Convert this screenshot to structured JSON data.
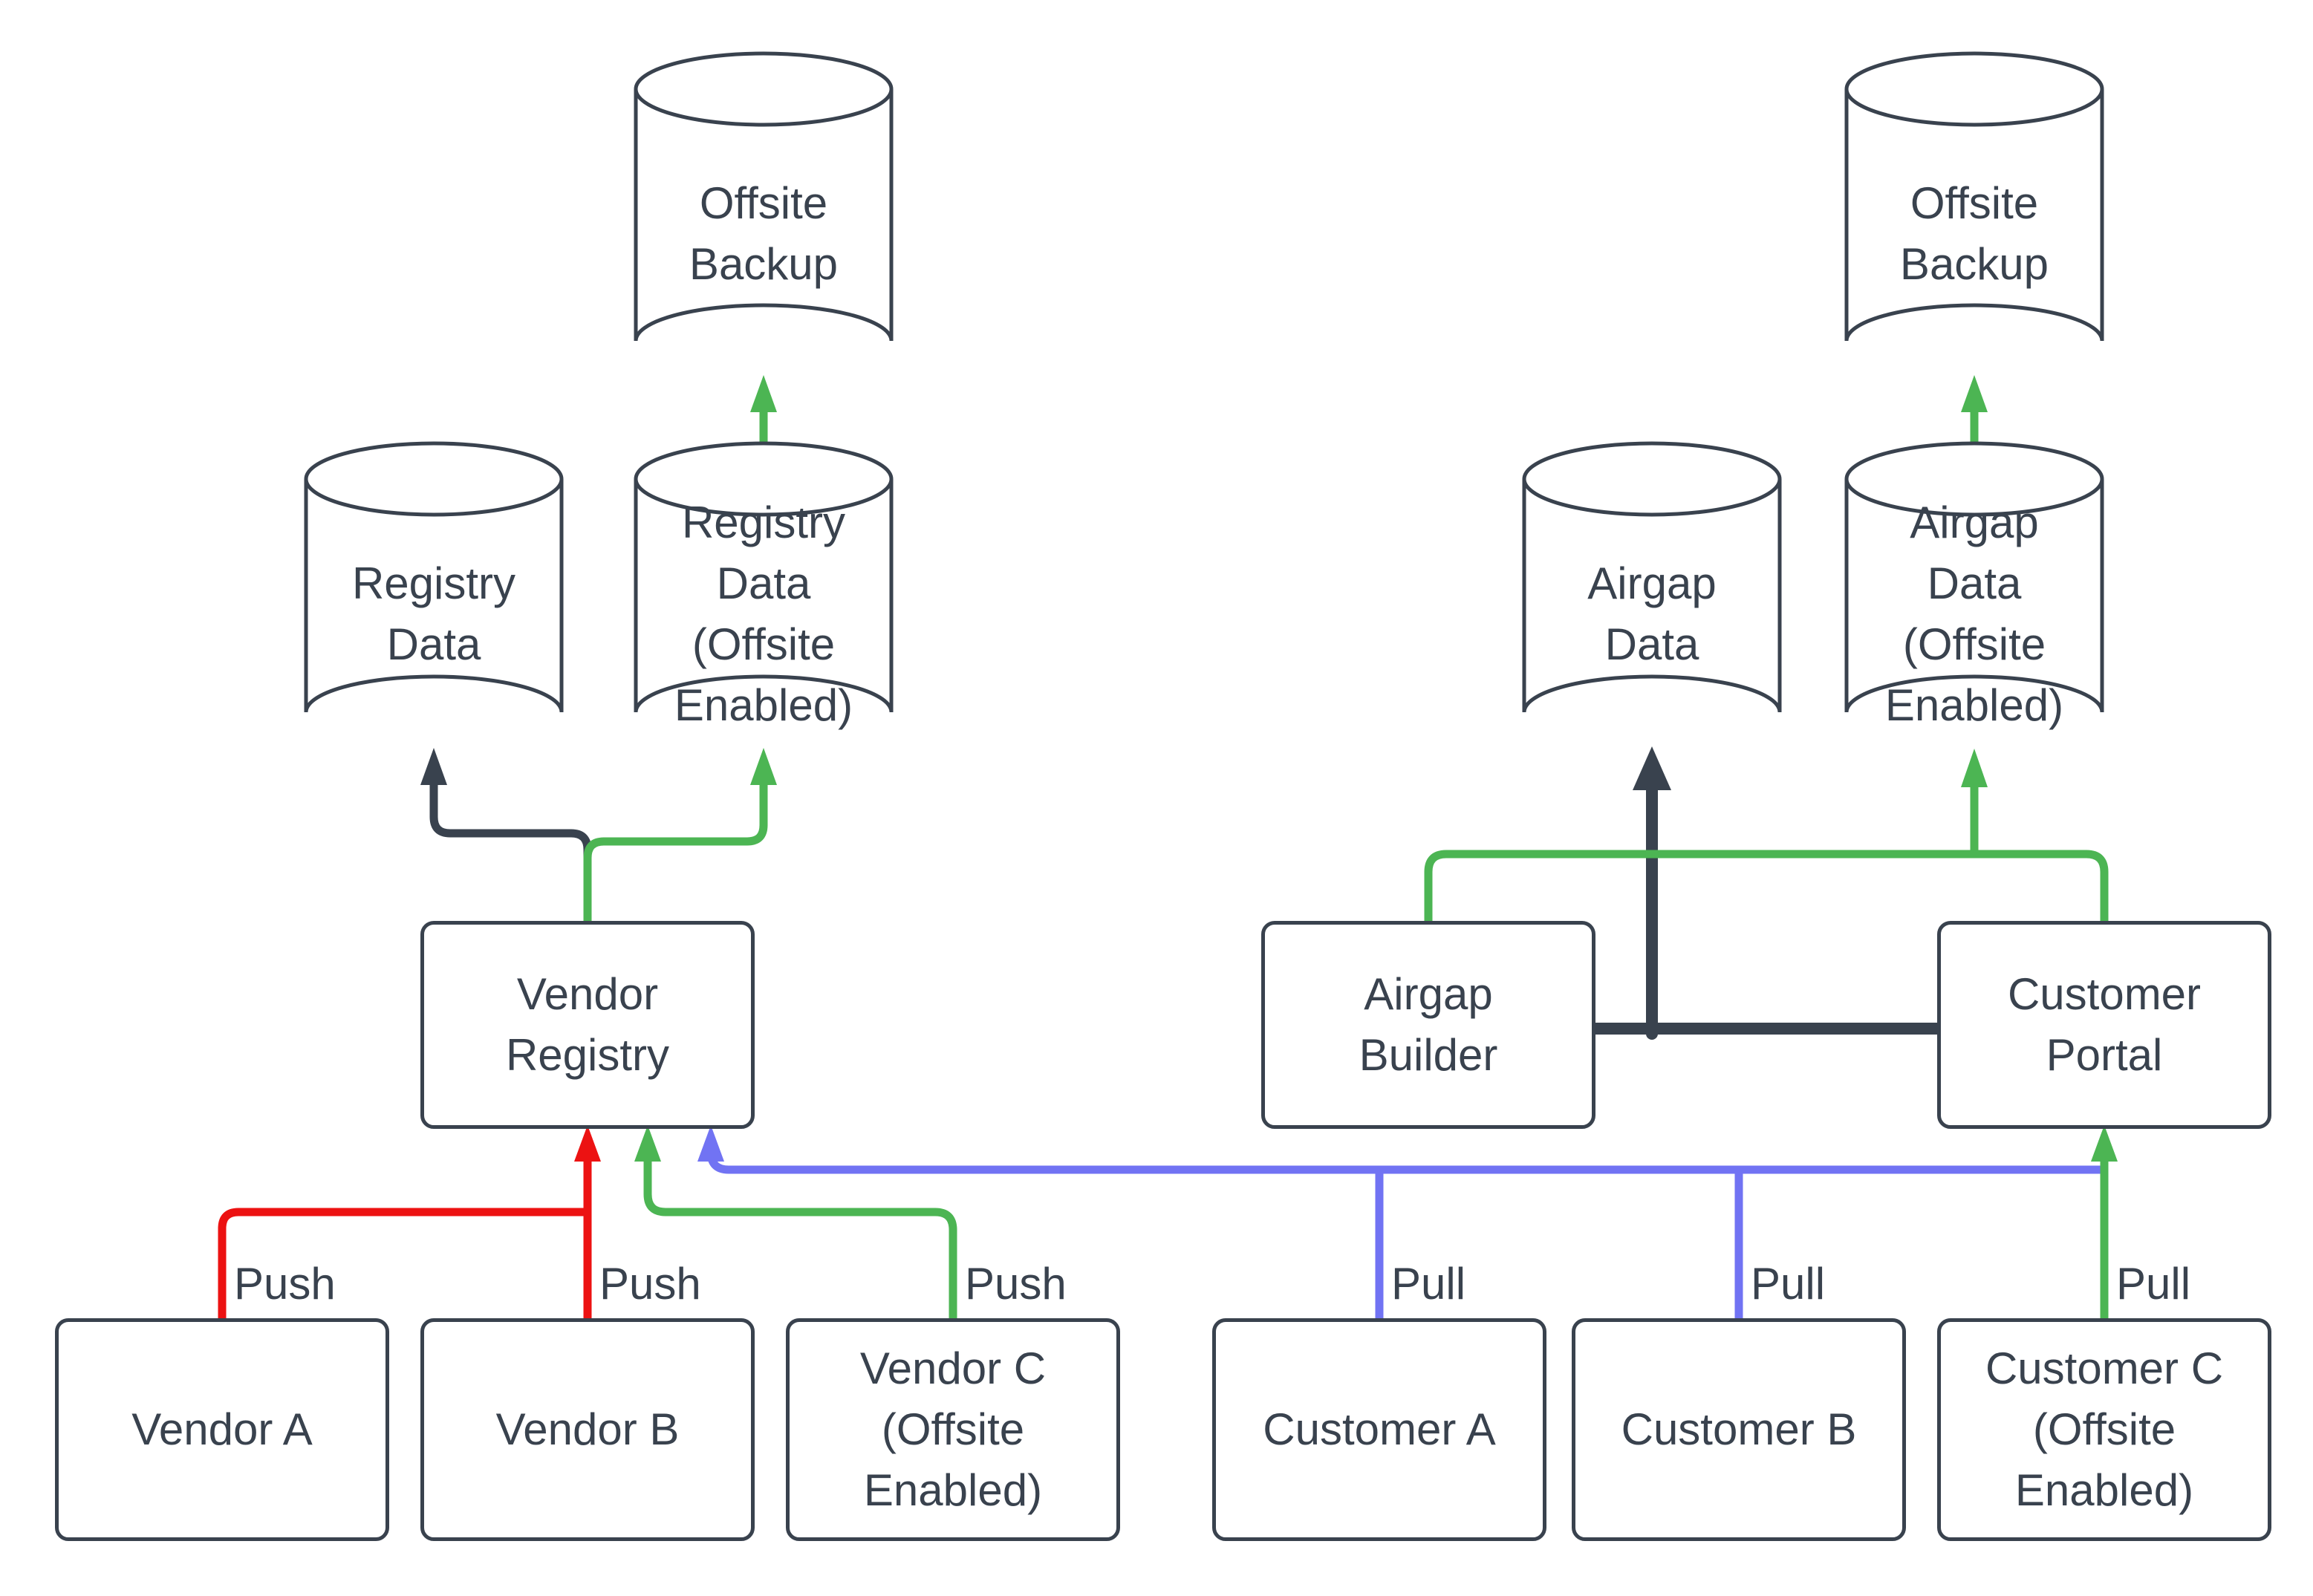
{
  "colors": {
    "ink": "#39424E",
    "red": "#EC1212",
    "green": "#4CB553",
    "blue": "#7173F3",
    "background": "#FFFFFF"
  },
  "nodes": {
    "cylinders": [
      {
        "id": "offsite-backup-left",
        "shape": "cylinder",
        "label": "Offsite\nBackup"
      },
      {
        "id": "registry-data",
        "shape": "cylinder",
        "label": "Registry\nData"
      },
      {
        "id": "registry-data-offsite",
        "shape": "cylinder",
        "label": "Registry\nData\n(Offsite\nEnabled)"
      },
      {
        "id": "airgap-data",
        "shape": "cylinder",
        "label": "Airgap\nData"
      },
      {
        "id": "airgap-data-offsite",
        "shape": "cylinder",
        "label": "Airgap\nData\n(Offsite\nEnabled)"
      },
      {
        "id": "offsite-backup-right",
        "shape": "cylinder",
        "label": "Offsite\nBackup"
      }
    ],
    "services": [
      {
        "id": "vendor-registry",
        "shape": "rectangle",
        "label": "Vendor\nRegistry"
      },
      {
        "id": "airgap-builder",
        "shape": "rectangle",
        "label": "Airgap\nBuilder"
      },
      {
        "id": "customer-portal",
        "shape": "rectangle",
        "label": "Customer\nPortal"
      }
    ],
    "actors": [
      {
        "id": "vendor-a",
        "shape": "rectangle",
        "label": "Vendor A"
      },
      {
        "id": "vendor-b",
        "shape": "rectangle",
        "label": "Vendor B"
      },
      {
        "id": "vendor-c",
        "shape": "rectangle",
        "label": "Vendor C\n(Offsite\nEnabled)"
      },
      {
        "id": "customer-a",
        "shape": "rectangle",
        "label": "Customer A"
      },
      {
        "id": "customer-b",
        "shape": "rectangle",
        "label": "Customer B"
      },
      {
        "id": "customer-c",
        "shape": "rectangle",
        "label": "Customer C\n(Offsite\nEnabled)"
      }
    ]
  },
  "edges": [
    {
      "id": "vendor-a-push",
      "from": "vendor-a",
      "to": "vendor-registry",
      "label": "Push",
      "color": "red"
    },
    {
      "id": "vendor-b-push",
      "from": "vendor-b",
      "to": "vendor-registry",
      "label": "Push",
      "color": "red"
    },
    {
      "id": "vendor-c-push",
      "from": "vendor-c",
      "to": "vendor-registry",
      "label": "Push",
      "color": "green"
    },
    {
      "id": "customer-a-pull",
      "from": "customer-a",
      "to": "vendor-registry",
      "label": "Pull",
      "color": "blue"
    },
    {
      "id": "customer-b-pull",
      "from": "customer-b",
      "to": "vendor-registry",
      "label": "Pull",
      "color": "blue"
    },
    {
      "id": "customer-c-pull",
      "from": "customer-c",
      "to": "customer-portal",
      "label": "Pull",
      "color": "green"
    },
    {
      "id": "vendor-registry-to-registry-data",
      "from": "vendor-registry",
      "to": "registry-data",
      "label": "",
      "color": "ink"
    },
    {
      "id": "vendor-registry-to-registry-data-offsite",
      "from": "vendor-registry",
      "to": "registry-data-offsite",
      "label": "",
      "color": "green"
    },
    {
      "id": "registry-data-offsite-to-offsite-backup",
      "from": "registry-data-offsite",
      "to": "offsite-backup-left",
      "label": "",
      "color": "green"
    },
    {
      "id": "airgap-builder-to-airgap-data",
      "from": "airgap-builder",
      "to": "airgap-data",
      "label": "",
      "color": "ink"
    },
    {
      "id": "customer-portal-to-airgap-data",
      "from": "customer-portal",
      "to": "airgap-data",
      "label": "",
      "color": "ink"
    },
    {
      "id": "airgap-builder-to-airgap-data-offsite",
      "from": "airgap-builder",
      "to": "airgap-data-offsite",
      "label": "",
      "color": "green"
    },
    {
      "id": "customer-portal-to-airgap-data-offsite",
      "from": "customer-portal",
      "to": "airgap-data-offsite",
      "label": "",
      "color": "green"
    },
    {
      "id": "airgap-data-offsite-to-offsite-backup",
      "from": "airgap-data-offsite",
      "to": "offsite-backup-right",
      "label": "",
      "color": "green"
    }
  ]
}
